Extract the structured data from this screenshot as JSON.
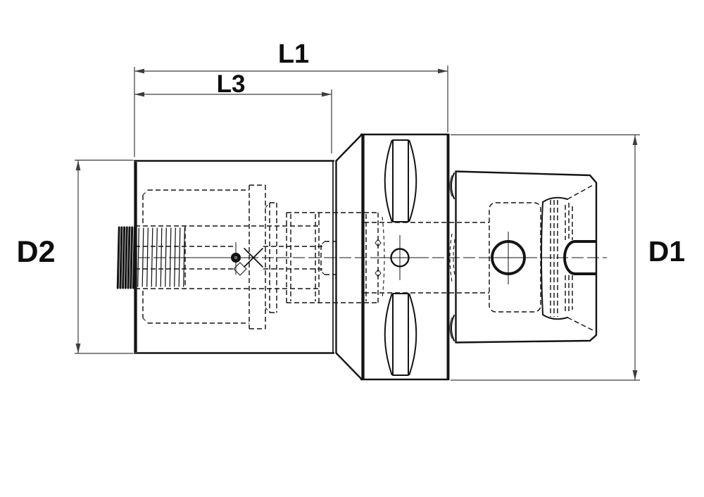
{
  "drawing": {
    "colors": {
      "background": "#ffffff",
      "ink": "#141414",
      "dimension": "#3d3d3d"
    },
    "dimensions": {
      "l1": "L1",
      "l3": "L3",
      "d2": "D2",
      "d1": "D1"
    }
  }
}
